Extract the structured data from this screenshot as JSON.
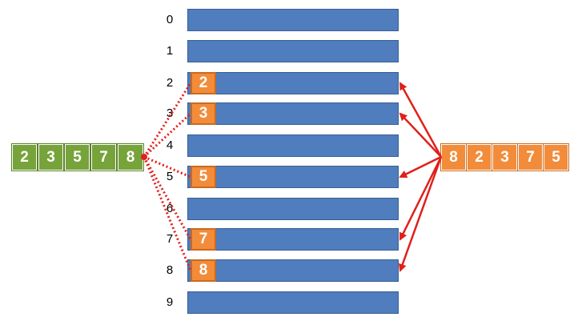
{
  "row_indices": [
    "0",
    "1",
    "2",
    "3",
    "4",
    "5",
    "6",
    "7",
    "8",
    "9"
  ],
  "left_array": [
    "2",
    "3",
    "5",
    "7",
    "8"
  ],
  "right_array": [
    "8",
    "2",
    "3",
    "7",
    "5"
  ],
  "occupied_slots": [
    {
      "row": 2,
      "value": "2"
    },
    {
      "row": 3,
      "value": "3"
    },
    {
      "row": 5,
      "value": "5"
    },
    {
      "row": 7,
      "value": "7"
    },
    {
      "row": 8,
      "value": "8"
    }
  ],
  "colors": {
    "bar": "#4f7dbd",
    "left_array": "#77a33b",
    "right_array": "#f28c3a",
    "slot": "#f28c3a",
    "dotted_link": "#e0201b",
    "arrow": "#e0201b"
  }
}
